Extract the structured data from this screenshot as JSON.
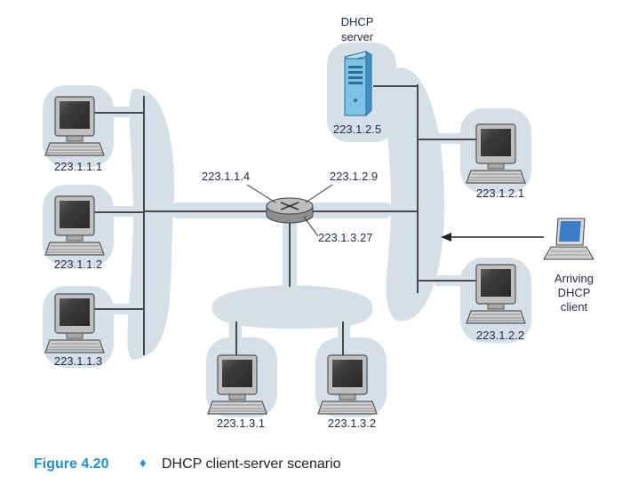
{
  "colors": {
    "segment": "#d4dfe8",
    "caption_accent": "#1e90d6",
    "label": "#1f2a44",
    "server_body": "#7cc3e6",
    "laptop_screen": "#3b7cc4"
  },
  "server": {
    "title_line1": "DHCP",
    "title_line2": "server",
    "ip": "223.1.2.5",
    "icon": "server-tower-icon"
  },
  "router": {
    "icon": "router-icon",
    "interfaces": [
      "223.1.1.4",
      "223.1.2.9",
      "223.1.3.27"
    ]
  },
  "subnet_left": {
    "hosts": [
      "223.1.1.1",
      "223.1.1.2",
      "223.1.1.3"
    ]
  },
  "subnet_right": {
    "hosts": [
      "223.1.2.1",
      "223.1.2.2"
    ]
  },
  "subnet_bottom": {
    "hosts": [
      "223.1.3.1",
      "223.1.3.2"
    ]
  },
  "arriving_client": {
    "line1": "Arriving",
    "line2": "DHCP",
    "line3": "client",
    "icon": "laptop-icon"
  },
  "caption": {
    "figure": "Figure 4.20",
    "diamond": "♦",
    "text": "DHCP client-server scenario"
  }
}
